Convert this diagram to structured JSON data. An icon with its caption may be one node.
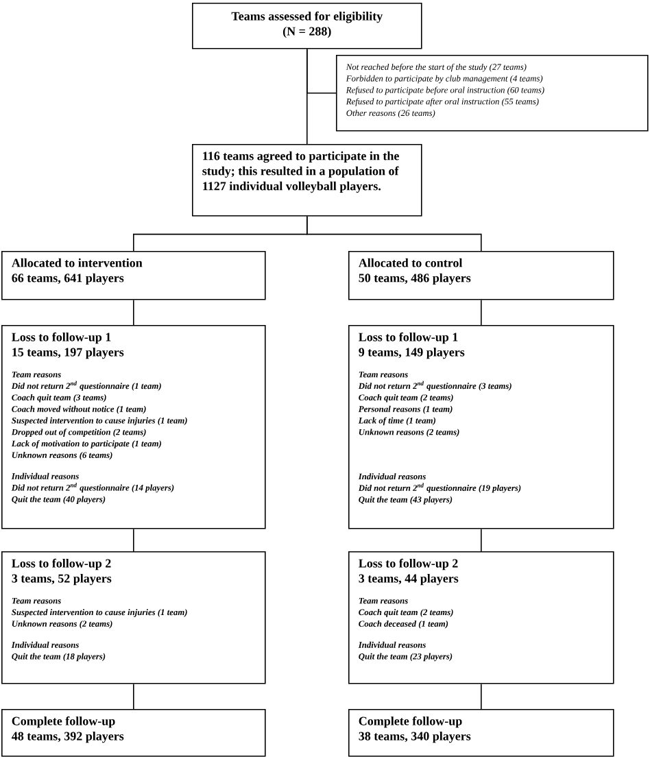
{
  "diagram": {
    "nodes": [
      {
        "text": [
          "Teams assessed for eligibility",
          "(N = 288)"
        ]
      },
      {
        "text": [
          "Not reached before the start of the study (27 teams)",
          "Forbidden to participate by club management (4 teams)",
          "Refused to participate before oral instruction (60 teams)",
          "Refused to participate after oral instruction (55 teams)",
          "Other reasons (26 teams)"
        ]
      },
      {
        "text": [
          "116 teams agreed to participate in the study; this resulted in a population of 1127 individual volleyball players."
        ]
      },
      {
        "text": [
          "Allocated to intervention",
          "66 teams, 641 players"
        ]
      },
      {
        "text": [
          "Allocated to control",
          "50 teams, 486 players"
        ]
      },
      {
        "text": [
          "Loss to follow-up 1",
          "15 teams, 197 players",
          "Team reasons",
          "Did not return 2$^{nd}$ questionnaire (1 team)",
          "Coach quit team (3 teams)",
          "Coach moved without notice (1 team)",
          "Suspected intervention to cause injuries (1 team)",
          "Dropped out of competition (2 teams)",
          "Lack of motivation to participate (1 team)",
          "Unknown reasons (6 teams)",
          "Individual reasons",
          "Did not return 2$^{nd}$ questionnaire (14 players)",
          "Quit the team (40 players)"
        ]
      },
      {
        "text": [
          "Loss to follow-up 1",
          "9 teams, 149 players",
          "Team reasons",
          "Did not return 2$^{nd}$ questionnaire (3 teams)",
          "Coach quit team (2 teams)",
          "Personal reasons (1 team)",
          "Lack of time (1 team)",
          "Unknown reasons (2 teams)",
          "Individual reasons",
          "Did not return 2$^{nd}$ questionnaire (19 players)",
          "Quit the team (43 players)"
        ]
      },
      {
        "text": [
          "Loss to follow-up 2",
          "3 teams, 52 players",
          "Team reasons",
          "Suspected intervention to cause injuries (1 team)",
          "Unknown reasons (2 teams)",
          "Individual reasons",
          "Quit the team (18 players)"
        ]
      },
      {
        "text": [
          "Loss to follow-up 2",
          "3 teams, 44 players",
          "Team reasons",
          "Coach quit team (2 teams)",
          "Coach deceased (1 team)",
          "Individual reasons",
          "Quit the team (23 players)"
        ]
      },
      {
        "text": [
          "Complete follow-up",
          "48 teams, 392 players"
        ]
      },
      {
        "text": [
          "Complete follow-up",
          "38 teams, 340 players"
        ]
      }
    ],
    "edges": [
      {
        "from": 0,
        "to": 1,
        "arrow": "none"
      },
      {
        "from": 0,
        "to": 2,
        "arrow": "none"
      },
      {
        "from": 2,
        "to": 3,
        "arrow": "none"
      },
      {
        "from": 2,
        "to": 4,
        "arrow": "none"
      },
      {
        "from": 3,
        "to": 5,
        "arrow": "none"
      },
      {
        "from": 5,
        "to": 7,
        "arrow": "none"
      },
      {
        "from": 7,
        "to": 9,
        "arrow": "none"
      },
      {
        "from": 4,
        "to": 6,
        "arrow": "none"
      },
      {
        "from": 6,
        "to": 8,
        "arrow": "none"
      },
      {
        "from": 8,
        "to": 10,
        "arrow": "none"
      }
    ]
  }
}
